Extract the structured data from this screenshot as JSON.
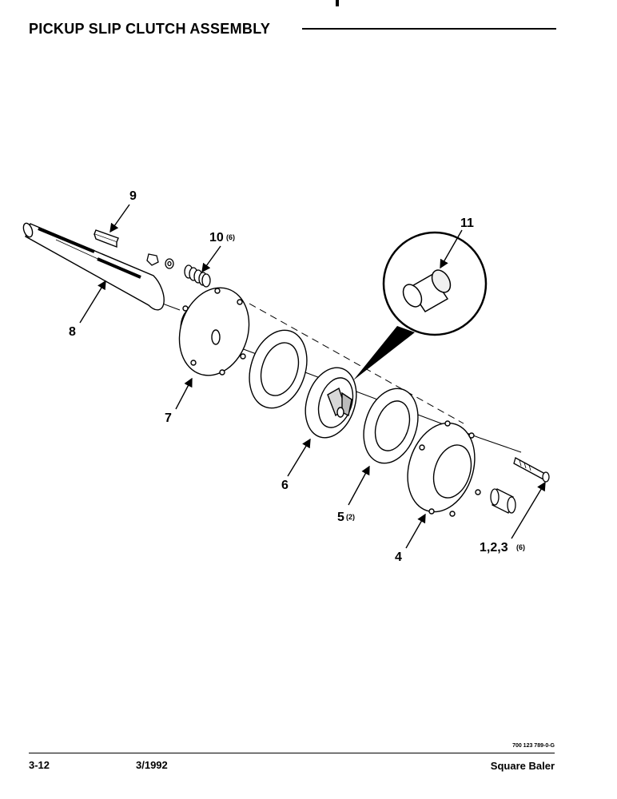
{
  "header": {
    "title": "PICKUP SLIP CLUTCH ASSEMBLY"
  },
  "callouts": {
    "c9": {
      "num": "9",
      "qty": ""
    },
    "c10": {
      "num": "10",
      "qty": "(6)"
    },
    "c11": {
      "num": "11",
      "qty": ""
    },
    "c8": {
      "num": "8",
      "qty": ""
    },
    "c7": {
      "num": "7",
      "qty": ""
    },
    "c6": {
      "num": "6",
      "qty": ""
    },
    "c5": {
      "num": "5",
      "qty": "(2)"
    },
    "c4": {
      "num": "4",
      "qty": ""
    },
    "c123": {
      "num": "1,2,3",
      "qty": "(6)"
    }
  },
  "footer": {
    "drawing_number": "700 123 789-0-G",
    "page_number": "3-12",
    "date": "3/1992",
    "product": "Square Baler"
  }
}
